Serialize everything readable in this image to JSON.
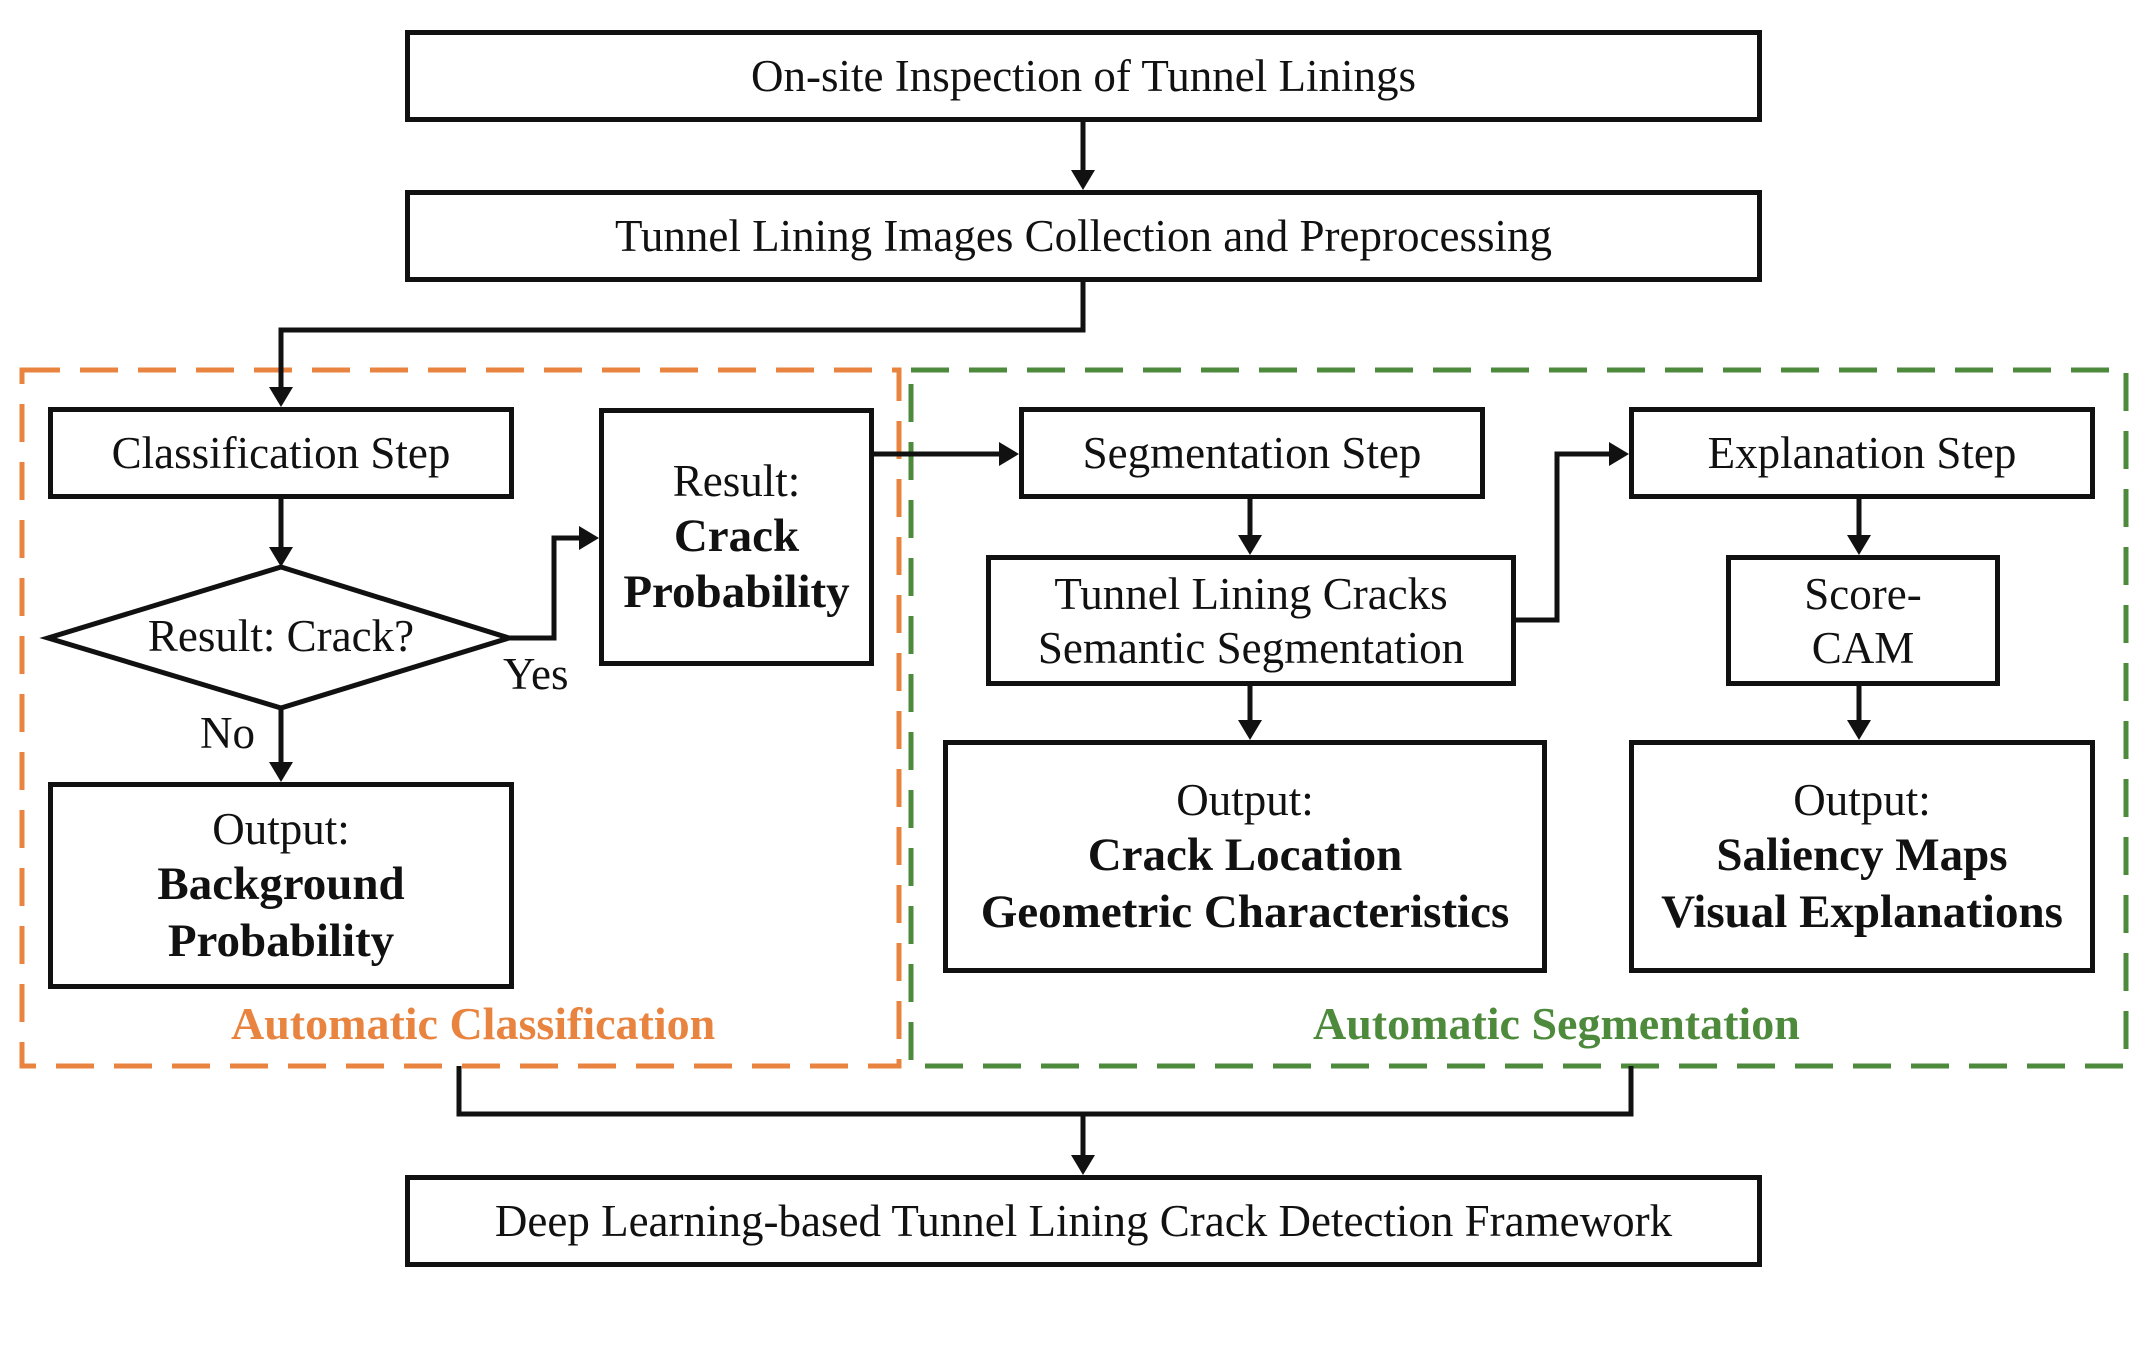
{
  "colors": {
    "classification_region": "#E8843F",
    "segmentation_region": "#4E8A3C",
    "stroke": "#111111"
  },
  "nodes": {
    "inspection": {
      "label": "On-site Inspection of Tunnel Linings"
    },
    "collection": {
      "label": "Tunnel Lining Images Collection and Preprocessing"
    },
    "classification_step": {
      "label": "Classification Step"
    },
    "decision": {
      "label": "Result: Crack?"
    },
    "result_crack": {
      "heading": "Result:",
      "line1": "Crack",
      "line2": "Probability"
    },
    "output_background": {
      "heading": "Output:",
      "line1": "Background",
      "line2": "Probability"
    },
    "segmentation_step": {
      "label": "Segmentation Step"
    },
    "semantic_segmentation": {
      "line1": "Tunnel Lining Cracks",
      "line2": "Semantic Segmentation"
    },
    "output_crack": {
      "heading": "Output:",
      "line1": "Crack Location",
      "line2": "Geometric Characteristics"
    },
    "explanation_step": {
      "label": "Explanation Step"
    },
    "score_cam": {
      "line1": "Score-",
      "line2": "CAM"
    },
    "output_saliency": {
      "heading": "Output:",
      "line1": "Saliency Maps",
      "line2": "Visual Explanations"
    },
    "framework": {
      "label": "Deep Learning-based Tunnel Lining Crack Detection Framework"
    }
  },
  "edge_labels": {
    "yes": "Yes",
    "no": "No"
  },
  "regions": {
    "classification": {
      "label": "Automatic Classification"
    },
    "segmentation": {
      "label": "Automatic Segmentation"
    }
  }
}
